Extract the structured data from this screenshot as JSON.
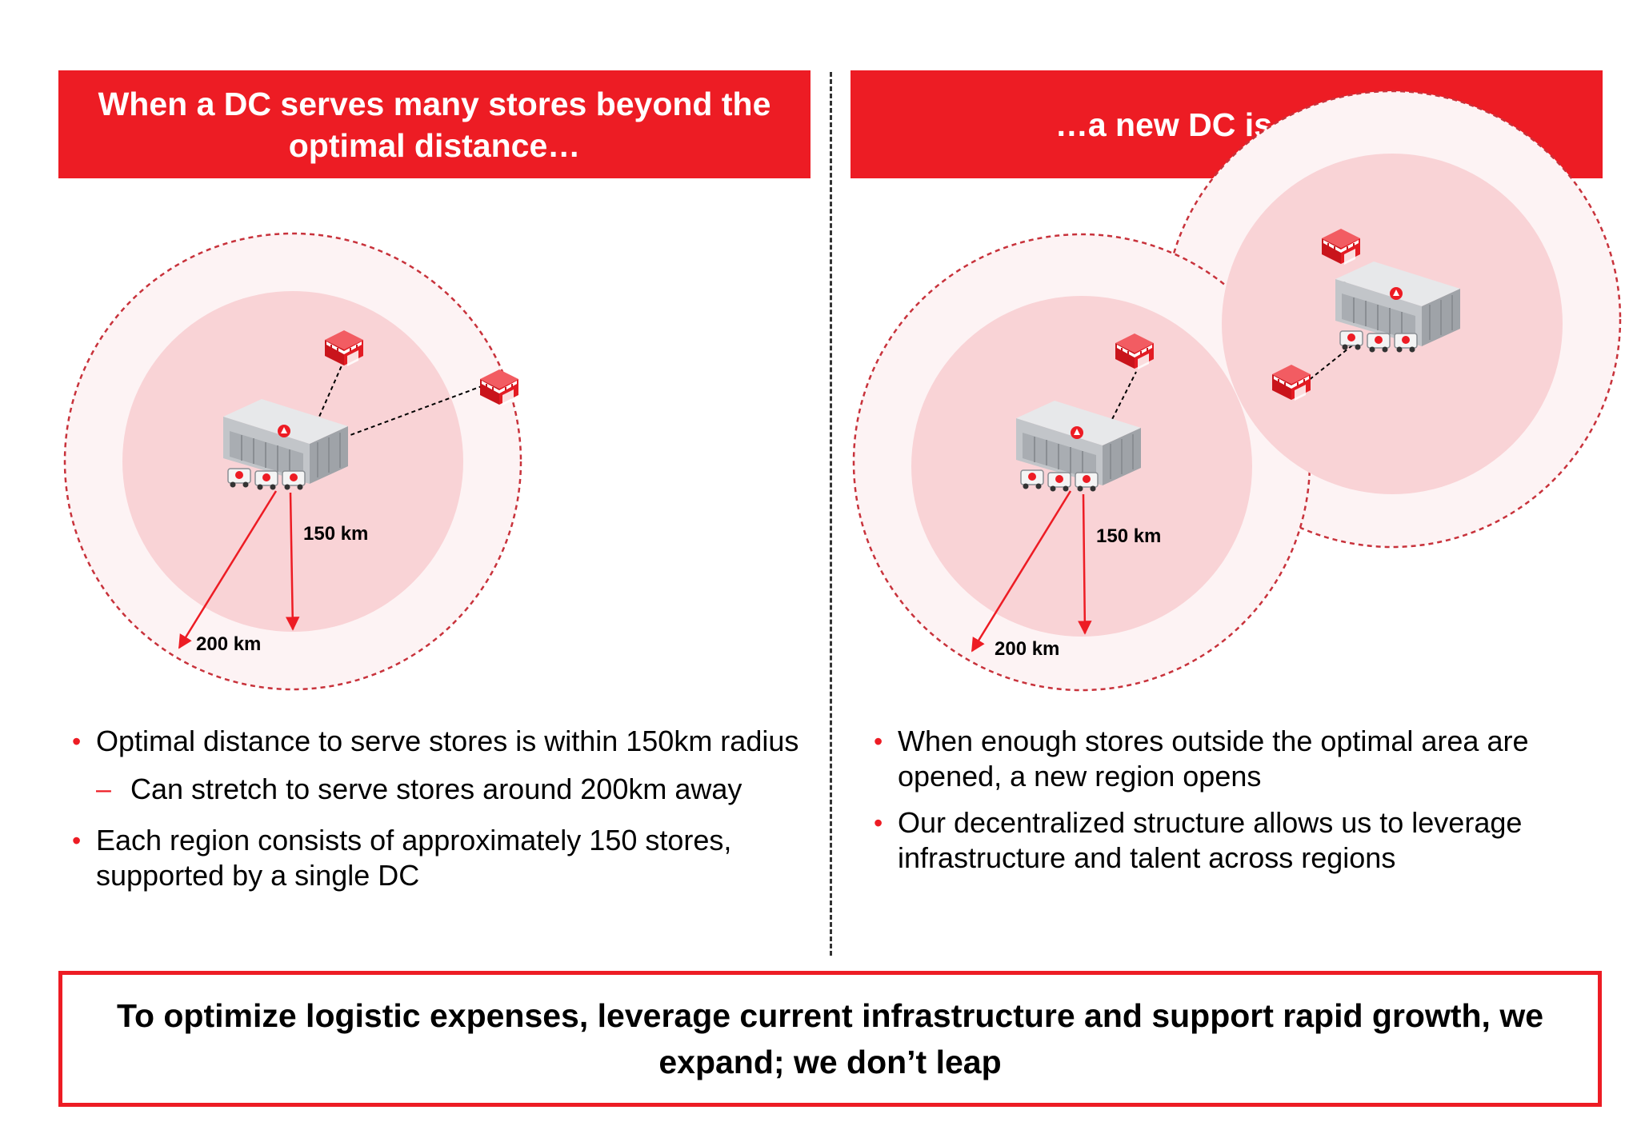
{
  "left_panel": {
    "header": "When a DC serves many stores beyond the optimal distance…",
    "label_150": "150 km",
    "label_200": "200 km",
    "bullets": [
      "Optimal distance to serve stores is within 150km radius",
      "Can stretch to serve stores around 200km away",
      "Each region consists of approximately 150 stores, supported by a single DC"
    ]
  },
  "right_panel": {
    "header": "…a new DC is opened",
    "label_150": "150 km",
    "label_200": "200 km",
    "bullets": [
      "When enough stores outside the optimal area are opened, a new region opens",
      "Our decentralized structure allows us to leverage infrastructure and talent across regions"
    ]
  },
  "conclusion": "To optimize logistic expenses, leverage current infrastructure and support rapid growth, we expand; we don’t leap",
  "colors": {
    "accent": "#ED1C24",
    "inner_circle": "#F9D3D6",
    "outer_circle": "#FDF3F4",
    "dashed_ring": "#C8323B"
  },
  "icons": {
    "dc": "warehouse-icon",
    "store": "store-icon",
    "truck": "truck-icon"
  }
}
